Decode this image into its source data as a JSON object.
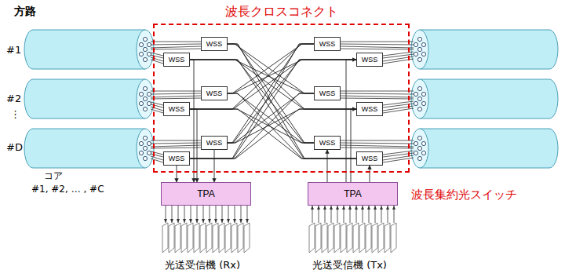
{
  "diagram": {
    "nodes": [
      {
        "text": [
          "波長クロスコネクト"
        ]
      },
      {
        "text": [
          "WSS"
        ],
        "in": 0
      },
      {
        "text": [
          "WSS"
        ],
        "in": 0
      },
      {
        "text": [
          "WSS"
        ],
        "in": 0
      },
      {
        "text": [
          "WSS"
        ],
        "in": 0
      },
      {
        "text": [
          "WSS"
        ],
        "in": 0
      },
      {
        "text": [
          "WSS"
        ],
        "in": 0
      },
      {
        "text": [
          "WSS"
        ],
        "in": 0
      },
      {
        "text": [
          "WSS"
        ],
        "in": 0
      },
      {
        "text": [
          "WSS"
        ],
        "in": 0
      },
      {
        "text": [
          "WSS"
        ],
        "in": 0
      },
      {
        "text": [
          "WSS"
        ],
        "in": 0
      },
      {
        "text": [
          "WSS"
        ],
        "in": 0
      },
      {
        "text": [
          "TPA"
        ]
      },
      {
        "text": [
          "TPA"
        ]
      }
    ],
    "edges": [
      {
        "from": 1,
        "to": 7,
        "arrow": "none"
      },
      {
        "from": 1,
        "to": 8,
        "arrow": "none"
      },
      {
        "from": 1,
        "to": 11,
        "arrow": "none"
      },
      {
        "from": 1,
        "to": 12,
        "arrow": "none"
      },
      {
        "from": 2,
        "to": 7,
        "arrow": "none"
      },
      {
        "from": 2,
        "to": 8,
        "arrow": "none"
      },
      {
        "from": 2,
        "to": 11,
        "arrow": "none"
      },
      {
        "from": 2,
        "to": 12,
        "arrow": "none"
      },
      {
        "from": 5,
        "to": 3,
        "arrow": "none"
      },
      {
        "from": 5,
        "to": 4,
        "arrow": "none"
      },
      {
        "from": 5,
        "to": 11,
        "arrow": "none"
      },
      {
        "from": 5,
        "to": 12,
        "arrow": "none"
      },
      {
        "from": 6,
        "to": 3,
        "arrow": "none"
      },
      {
        "from": 6,
        "to": 4,
        "arrow": "none"
      },
      {
        "from": 6,
        "to": 11,
        "arrow": "none"
      },
      {
        "from": 6,
        "to": 12,
        "arrow": "none"
      },
      {
        "from": 9,
        "to": 3,
        "arrow": "none"
      },
      {
        "from": 9,
        "to": 4,
        "arrow": "none"
      },
      {
        "from": 9,
        "to": 7,
        "arrow": "none"
      },
      {
        "from": 9,
        "to": 8,
        "arrow": "none"
      },
      {
        "from": 10,
        "to": 3,
        "arrow": "none"
      },
      {
        "from": 10,
        "to": 4,
        "arrow": "none"
      },
      {
        "from": 10,
        "to": 7,
        "arrow": "none"
      },
      {
        "from": 10,
        "to": 8,
        "arrow": "none"
      },
      {
        "from": 2,
        "to": 13,
        "arrow": "to"
      },
      {
        "from": 6,
        "to": 13,
        "arrow": "to"
      },
      {
        "from": 10,
        "to": 13,
        "arrow": "to"
      },
      {
        "from": 9,
        "to": 13,
        "arrow": "to"
      },
      {
        "from": 14,
        "to": 4,
        "arrow": "to"
      },
      {
        "from": 14,
        "to": 8,
        "arrow": "to"
      },
      {
        "from": 14,
        "to": 12,
        "arrow": "to"
      },
      {
        "from": 14,
        "to": 11,
        "arrow": "to"
      }
    ],
    "labels": [
      "方路",
      "#1",
      "#2",
      "⋮",
      "#D",
      "コア",
      "#1, #2, … , #C",
      "波長集約光スイッチ",
      "光送受信機 (Rx)",
      "光送受信機 (Tx)"
    ]
  }
}
